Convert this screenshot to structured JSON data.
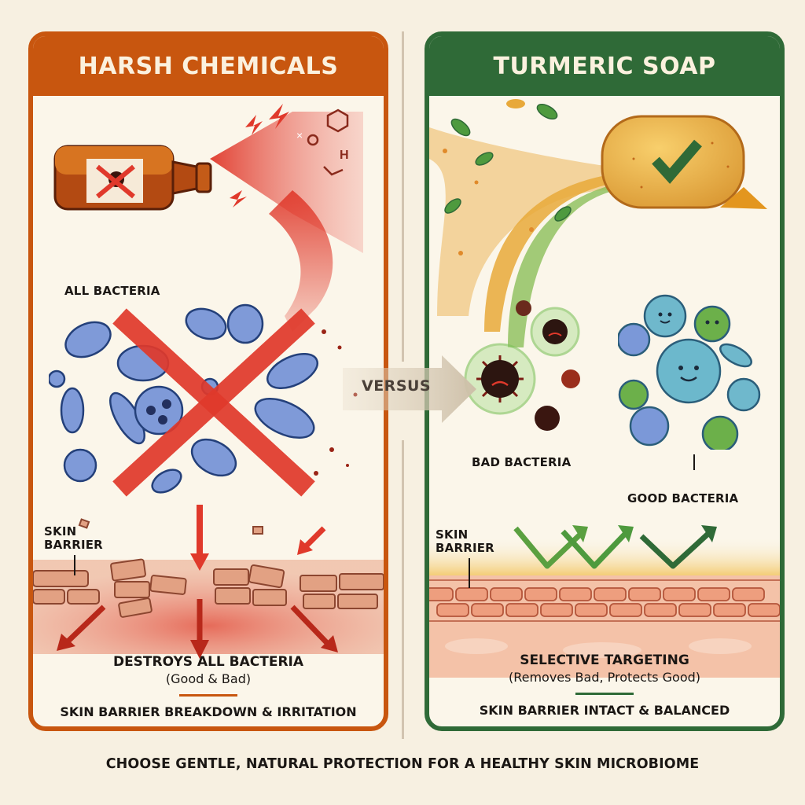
{
  "left_panel": {
    "title": "HARSH CHEMICALS",
    "accent_color": "#c8560f",
    "bottle_icon": "poison-bottle-crossed",
    "labels": {
      "all_bacteria": "ALL BACTERIA",
      "skin_barrier_line1": "SKIN",
      "skin_barrier_line2": "BARRIER"
    },
    "chemical_symbol": "H",
    "caption": {
      "title": "DESTROYS ALL BACTERIA",
      "subtitle": "(Good & Bad)",
      "bottom": "SKIN BARRIER BREAKDOWN & IRRITATION"
    }
  },
  "right_panel": {
    "title": "TURMERIC SOAP",
    "accent_color": "#2f6a37",
    "soap_icon": "soap-bar-checkmark",
    "labels": {
      "bad_bacteria": "BAD BACTERIA",
      "good_bacteria": "GOOD BACTERIA",
      "skin_barrier_line1": "SKIN",
      "skin_barrier_line2": "BARRIER"
    },
    "caption": {
      "title": "SELECTIVE TARGETING",
      "subtitle": "(Removes Bad, Protects Good)",
      "bottom": "SKIN BARRIER INTACT & BALANCED"
    }
  },
  "versus": {
    "label": "VERSUS"
  },
  "footer": {
    "text": "CHOOSE GENTLE, NATURAL PROTECTION FOR A HEALTHY SKIN MICROBIOME"
  },
  "colors": {
    "background": "#f7f0e1",
    "harsh_red": "#e0392b",
    "bacteria_blue": "#6f8fd0",
    "good_green": "#6cb04a",
    "turmeric": "#e8a93a"
  }
}
